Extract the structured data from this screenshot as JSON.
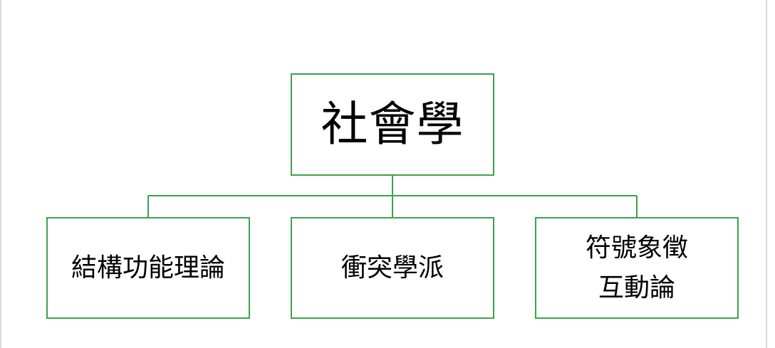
{
  "diagram": {
    "root": {
      "label": "社會學"
    },
    "children": [
      {
        "lines": [
          "結構功能理論"
        ]
      },
      {
        "lines": [
          "衝突學派"
        ]
      },
      {
        "lines": [
          "符號象徵",
          "互動論"
        ]
      }
    ],
    "colors": {
      "border": "#3ea24a",
      "connector": "#3ea24a",
      "text": "#000000",
      "background": "#ffffff"
    }
  }
}
